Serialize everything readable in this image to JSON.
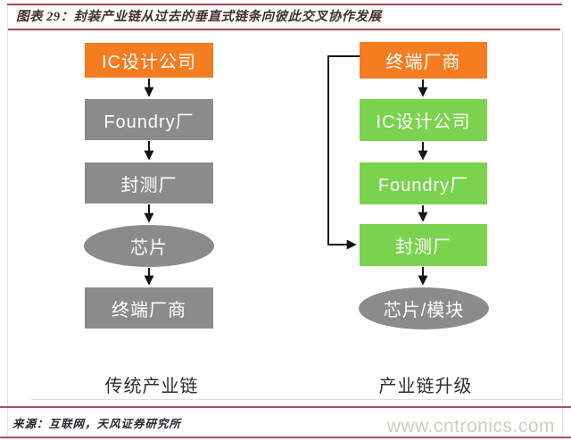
{
  "header": {
    "title": "图表 29：封装产业链从过去的垂直式链条向彼此交叉协作发展"
  },
  "diagram": {
    "left_chain": {
      "caption": "传统产业链",
      "nodes": [
        {
          "label": "IC设计公司",
          "shape": "rect",
          "color": "#f57c1f"
        },
        {
          "label": "Foundry厂",
          "shape": "rect",
          "color": "#8b8b8b"
        },
        {
          "label": "封测厂",
          "shape": "rect",
          "color": "#8b8b8b"
        },
        {
          "label": "芯片",
          "shape": "ellipse",
          "color": "#8b8b8b"
        },
        {
          "label": "终端厂商",
          "shape": "rect",
          "color": "#8b8b8b"
        }
      ]
    },
    "right_chain": {
      "caption": "产业链升级",
      "nodes": [
        {
          "label": "终端厂商",
          "shape": "rect",
          "color": "#f57c1f"
        },
        {
          "label": "IC设计公司",
          "shape": "rect",
          "color": "#7bd24e"
        },
        {
          "label": "Foundry厂",
          "shape": "rect",
          "color": "#7bd24e"
        },
        {
          "label": "封测厂",
          "shape": "rect",
          "color": "#7bd24e"
        },
        {
          "label": "芯片/模块",
          "shape": "ellipse",
          "color": "#8b8b8b"
        }
      ],
      "feedback_arrow": "终端厂商 → 封测厂"
    }
  },
  "footer": {
    "source": "来源：互联网，天风证券研究所",
    "watermark": "www.cntronics.com"
  },
  "colors": {
    "accent_orange": "#f57c1f",
    "accent_green": "#7bd24e",
    "node_gray": "#8b8b8b",
    "rule_red": "#9c4a50",
    "arrow_black": "#141414",
    "watermark_green": "#c7d2bf"
  }
}
